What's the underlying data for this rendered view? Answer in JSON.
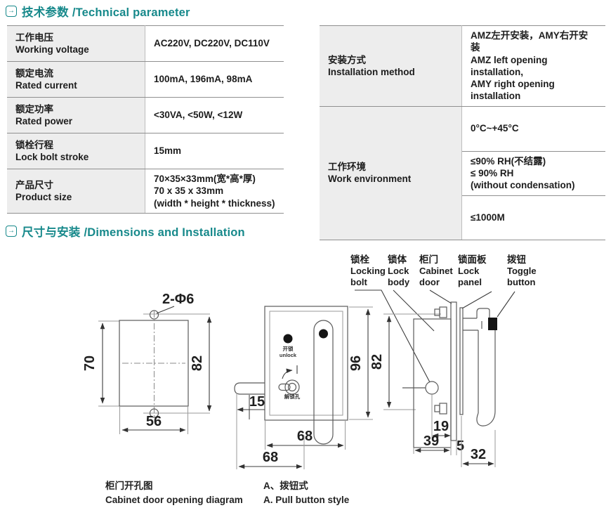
{
  "page": {
    "accent_color": "#17898b",
    "background": "#ffffff"
  },
  "sections": {
    "tech": {
      "icon_glyph": "→",
      "title_zh": "技术参数",
      "title_en": "/Technical parameter"
    },
    "dims": {
      "icon_glyph": "→",
      "title_zh": "尺寸与安装",
      "title_en": "/Dimensions and Installation"
    }
  },
  "tech_table_left": {
    "rows": [
      {
        "label_zh": "工作电压",
        "label_en": "Working voltage",
        "value": "AC220V, DC220V, DC110V"
      },
      {
        "label_zh": "额定电流",
        "label_en": "Rated current",
        "value": "100mA, 196mA, 98mA"
      },
      {
        "label_zh": "额定功率",
        "label_en": "Rated power",
        "value": "<30VA, <50W, <12W"
      },
      {
        "label_zh": "锁栓行程",
        "label_en": "Lock bolt stroke",
        "value": "15mm"
      },
      {
        "label_zh": "产品尺寸",
        "label_en": "Product size",
        "value": "70×35×33mm(宽*高*厚)\n70 x 35 x 33mm\n(width * height * thickness)"
      }
    ]
  },
  "tech_table_right": {
    "row_install": {
      "label_zh": "安装方式",
      "label_en": "Installation method",
      "value": "AMZ左开安装，AMY右开安装\nAMZ left opening installation,\nAMY right opening installation"
    },
    "row_env": {
      "label_zh": "工作环境",
      "label_en": "Work environment",
      "values": [
        "0°C~+45°C",
        "≤90% RH(不结露)\n≤ 90% RH\n(without condensation)",
        "≤1000M"
      ]
    }
  },
  "drawing": {
    "part_labels": [
      {
        "zh": "锁栓",
        "en": "Locking\nbolt"
      },
      {
        "zh": "锁体",
        "en": "Lock\nbody"
      },
      {
        "zh": "柜门",
        "en": "Cabinet\ndoor"
      },
      {
        "zh": "锁面板",
        "en": "Lock\npanel"
      },
      {
        "zh": "拨钮",
        "en": "Toggle\nbutton"
      }
    ],
    "left": {
      "hole_label": "2-Φ6",
      "dim_height_inner": "70",
      "dim_height_outer": "82",
      "dim_width": "56"
    },
    "middle": {
      "unlock_zh": "开锁",
      "unlock_en": "unlock",
      "keyhole_zh": "解锁孔",
      "dim_bolt": "15",
      "dim_height": "96",
      "dim_width_inner": "68",
      "dim_width_outer": "68"
    },
    "right": {
      "dim_height": "82",
      "dim_19": "19",
      "dim_39": "39",
      "dim_5": "5",
      "dim_32": "32"
    },
    "captions": [
      {
        "zh": "柜门开孔图",
        "en": "Cabinet door opening diagram"
      },
      {
        "zh": "A、拨钮式",
        "en": "A. Pull button style"
      }
    ]
  }
}
